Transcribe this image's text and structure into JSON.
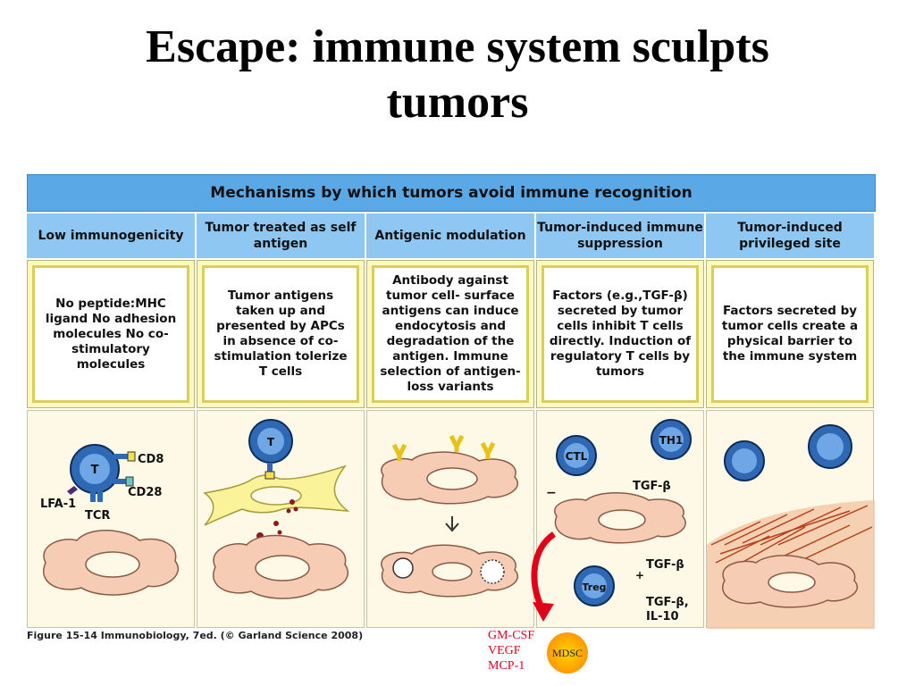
{
  "title": {
    "line1": "Escape: immune system sculpts",
    "line2": "tumors"
  },
  "figure": {
    "banner": "Mechanisms by which tumors avoid immune recognition",
    "columns": [
      {
        "heading": "Low immunogenicity",
        "description": "No peptide:MHC ligand No adhesion molecules No co-stimulatory molecules",
        "labels": {
          "t": "T",
          "cd8": "CD8",
          "cd28": "CD28",
          "lfa1": "LFA-1",
          "tcr": "TCR"
        }
      },
      {
        "heading": "Tumor treated as self antigen",
        "description": "Tumor antigens taken up and presented by APCs in absence of co-stimulation tolerize T cells",
        "labels": {
          "t": "T"
        }
      },
      {
        "heading": "Antigenic modulation",
        "description": "Antibody against tumor cell- surface antigens can induce endocytosis and degradation of the antigen. Immune selection of antigen-loss variants",
        "labels": {}
      },
      {
        "heading": "Tumor-induced immune suppression",
        "description": "Factors (e.g.,TGF-β) secreted by tumor cells inhibit T cells directly. Induction of regulatory T cells by tumors",
        "labels": {
          "ctl": "CTL",
          "th1": "TH1",
          "treg": "Treg",
          "tgf1": "TGF-β",
          "tgf2": "TGF-β",
          "tgf3": "TGF-β,",
          "il10": "IL-10",
          "minus": "−",
          "plus": "+"
        }
      },
      {
        "heading": "Tumor-induced privileged site",
        "description": "Factors secreted by tumor cells create a physical barrier to the immune system",
        "labels": {}
      }
    ],
    "caption": "Figure 15-14 Immunobiology, 7ed. (© Garland Science 2008)"
  },
  "annotation": {
    "factors": [
      "GM-CSF",
      "VEGF",
      "MCP-1"
    ],
    "mdsc": "MDSC",
    "colors": {
      "arrow": "#e0001a",
      "text": "#e0001a",
      "mdsc": "#ffb300"
    }
  }
}
